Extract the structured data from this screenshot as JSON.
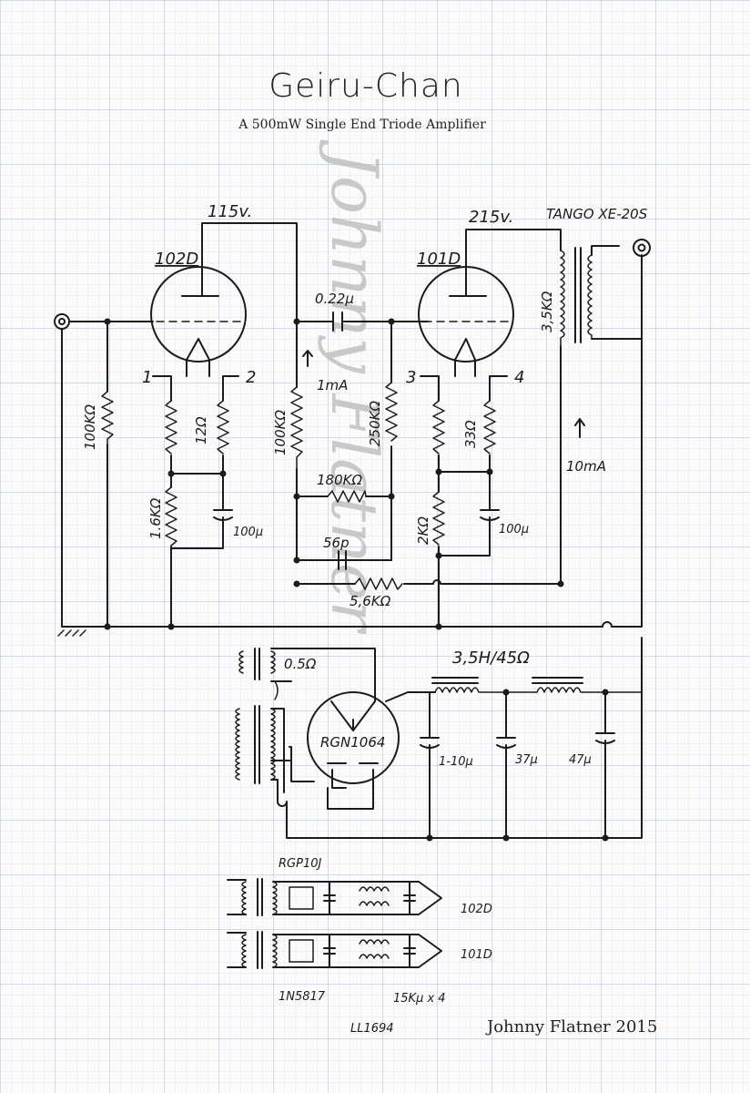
{
  "header": {
    "title": "Geiru-Chan",
    "subtitle": "A 500mW Single End Triode Amplifier"
  },
  "footer": {
    "credit": "Johnny Flatner 2015"
  },
  "watermark": "Johnny Flatner",
  "labels": {
    "v115": "115v.",
    "v215": "215v.",
    "transformer": "TANGO XE-20S",
    "tube1": "102D",
    "tube2": "101D",
    "coupling_cap": "0.22µ",
    "pin1": "1",
    "pin2": "2",
    "pin3": "3",
    "pin4": "4",
    "r_input": "100KΩ",
    "r_fil1": "12Ω",
    "r_cath1": "1.6KΩ",
    "c_cath1": "100µ",
    "current1": "1mA",
    "r_plate1": "100KΩ",
    "r_grid2": "250KΩ",
    "r_fb": "180KΩ",
    "c_fb": "56p",
    "r_fb2": "5,6KΩ",
    "r_fil2": "33Ω",
    "r_cath2": "2KΩ",
    "c_cath2": "100µ",
    "primary": "3,5KΩ",
    "current2": "10mA",
    "r_rect": "0.5Ω",
    "rectifier": "RGN1064",
    "choke": "3,5H/45Ω",
    "c_psu1": "1-10µ",
    "c_psu2": "37µ",
    "c_psu3": "47µ",
    "rect_fil": "RGP10J",
    "out1": "102D",
    "out2": "101D",
    "diode": "1N5817",
    "cap_fil": "15Kµ x 4",
    "choke_fil": "LL1694"
  }
}
